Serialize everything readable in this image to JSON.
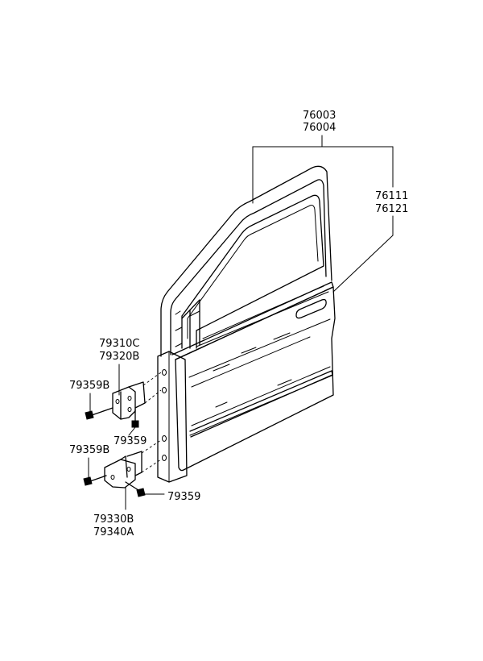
{
  "labels": {
    "door_shell": [
      "76003",
      "76004"
    ],
    "door_panel": [
      "76111",
      "76121"
    ],
    "upper_hinge": [
      "79310C",
      "79320B"
    ],
    "upper_bolt": "79359B",
    "upper_screw": "79359",
    "lower_bolt": "79359B",
    "lower_screw": "79359",
    "lower_hinge": [
      "79330B",
      "79340A"
    ]
  }
}
